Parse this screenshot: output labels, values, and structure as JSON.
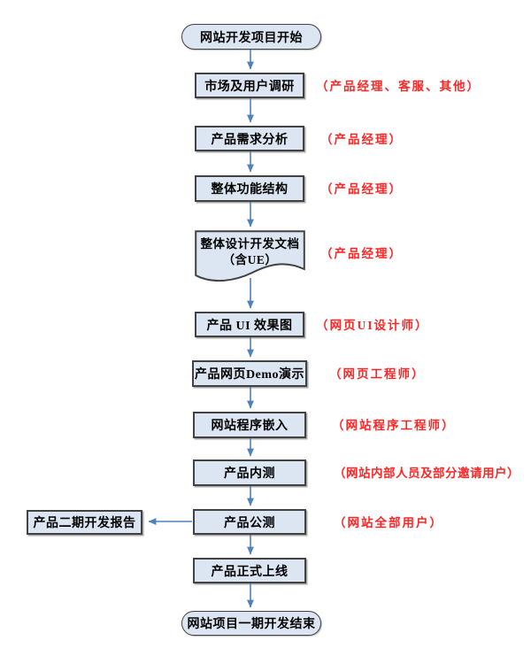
{
  "colors": {
    "node_fill": "#dce6f2",
    "node_border": "#424242",
    "arrow_blue": "#4f81bd",
    "note_red": "#ff2626",
    "node_text": "#000000",
    "background": "#ffffff"
  },
  "flow": {
    "start": {
      "label": "网站开发项目开始"
    },
    "steps": [
      {
        "label": "市场及用户调研",
        "note": "（产品经理、客服、其他）"
      },
      {
        "label": "产品需求分析",
        "note": "（产品经理）"
      },
      {
        "label": "整体功能结构",
        "note": "（产品经理）"
      },
      {
        "label": "整体设计开发文档",
        "label2": "（含UE）",
        "note": "（产品经理）",
        "shape": "document"
      },
      {
        "label": "产品 UI 效果图",
        "note": "（网页UI设计师）"
      },
      {
        "label": "产品网页Demo演示",
        "note": "（网页工程师）"
      },
      {
        "label": "网站程序嵌入",
        "note": "（网站程序工程师）"
      },
      {
        "label": "产品内测",
        "note": "（网站内部人员及部分邀请用户）"
      },
      {
        "label": "产品公测",
        "note": "（网站全部用户）"
      },
      {
        "label": "产品正式上线",
        "note": ""
      }
    ],
    "branch": {
      "label": "产品二期开发报告"
    },
    "end": {
      "label": "网站项目一期开发结束"
    }
  }
}
